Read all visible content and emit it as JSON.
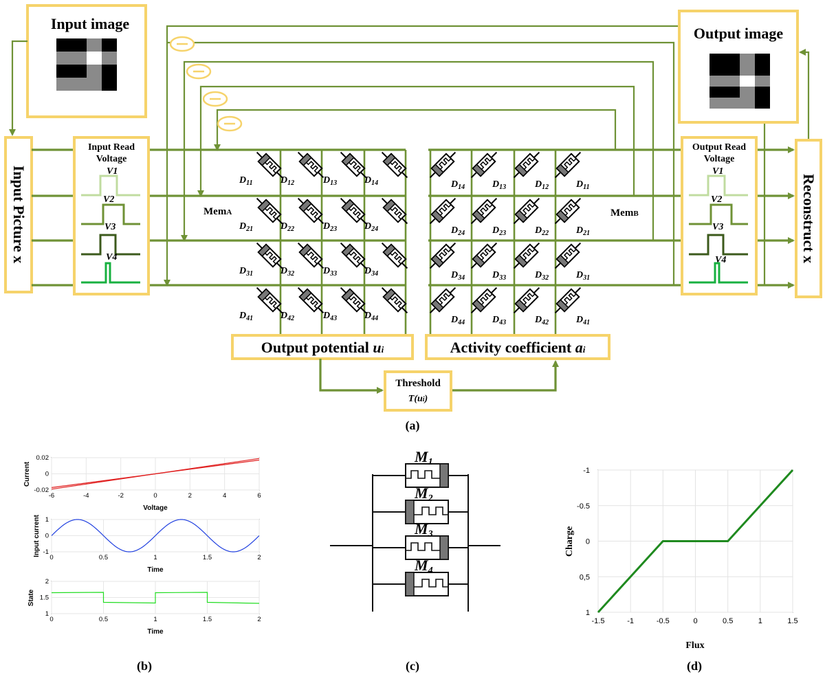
{
  "panel_a": {
    "input_image_title": "Input image",
    "output_image_title": "Output image",
    "input_picture_label": "Input Picture x",
    "reconstruct_label": "Reconstruct x",
    "input_read_voltage": "Input Read Voltage",
    "output_read_voltage": "Output Read Voltage",
    "voltages": [
      "V1",
      "V2",
      "V3",
      "V4"
    ],
    "mem_a": "MemA",
    "mem_b": "MemB",
    "devices_left": [
      "D11",
      "D12",
      "D13",
      "D14",
      "D21",
      "D22",
      "D23",
      "D24",
      "D31",
      "D32",
      "D33",
      "D34",
      "D41",
      "D42",
      "D43",
      "D44"
    ],
    "devices_right": [
      "D14",
      "D13",
      "D12",
      "D11",
      "D24",
      "D23",
      "D22",
      "D21",
      "D34",
      "D33",
      "D32",
      "D31",
      "D44",
      "D43",
      "D42",
      "D41"
    ],
    "output_potential": "Output potential ui",
    "activity_coefficient": "Activity coefficient ai",
    "threshold": "Threshold",
    "threshold_fn": "T(ui)",
    "caption": "(a)",
    "input_pixels": [
      [
        0,
        0,
        2,
        0
      ],
      [
        2,
        2,
        3,
        2
      ],
      [
        0,
        0,
        2,
        0
      ],
      [
        2,
        2,
        2,
        0
      ]
    ],
    "output_pixels": [
      [
        0,
        0,
        2,
        0
      ],
      [
        0,
        0,
        2,
        0
      ],
      [
        2,
        2,
        3,
        2
      ],
      [
        0,
        0,
        2,
        0
      ],
      [
        2,
        2,
        2,
        0
      ]
    ]
  },
  "panel_b": {
    "caption": "(b)",
    "plots": [
      {
        "ylabel": "Current",
        "xlabel": "Voltage",
        "yticks": [
          "0.02",
          "0",
          "-0.02"
        ],
        "xticks": [
          "-6",
          "-4",
          "-2",
          "0",
          "2",
          "4",
          "6"
        ],
        "color": "#e02020"
      },
      {
        "ylabel": "Input current",
        "xlabel": "Time",
        "yticks": [
          "1",
          "0",
          "-1"
        ],
        "xticks": [
          "0",
          "0.5",
          "1",
          "1.5",
          "2"
        ],
        "color": "#2040e0"
      },
      {
        "ylabel": "State",
        "xlabel": "Time",
        "yticks": [
          "2",
          "1.5",
          "1"
        ],
        "xticks": [
          "0",
          "0.5",
          "1",
          "1.5",
          "2"
        ],
        "color": "#22dd22"
      }
    ]
  },
  "panel_c": {
    "caption": "(c)",
    "memristors": [
      "M1",
      "M2",
      "M3",
      "M4"
    ]
  },
  "panel_d": {
    "caption": "(d)",
    "xlabel": "Flux",
    "ylabel": "Charge",
    "xticks": [
      "-1.5",
      "-1",
      "-0.5",
      "0",
      "0.5",
      "1",
      "1.5"
    ],
    "yticks": [
      "-1",
      "-0.5",
      "0",
      "0,5",
      "1"
    ],
    "color": "#1f8a1f"
  },
  "chart_data": [
    {
      "type": "line",
      "xlabel": "Voltage",
      "ylabel": "Current",
      "xlim": [
        -6,
        6
      ],
      "ylim": [
        -0.02,
        0.02
      ],
      "series": [
        {
          "x": [
            -6,
            0,
            6
          ],
          "y": [
            -0.019,
            0,
            0.019
          ]
        },
        {
          "x": [
            -6,
            0,
            6
          ],
          "y": [
            -0.017,
            0,
            0.017
          ]
        }
      ]
    },
    {
      "type": "line",
      "xlabel": "Time",
      "ylabel": "Input current",
      "xlim": [
        0,
        2
      ],
      "ylim": [
        -1,
        1
      ],
      "series": [
        {
          "x": [
            0,
            0.25,
            0.5,
            0.75,
            1,
            1.25,
            1.5,
            1.75,
            2
          ],
          "y": [
            0,
            1,
            0,
            -1,
            0,
            1,
            0,
            -1,
            0
          ]
        }
      ]
    },
    {
      "type": "line",
      "xlabel": "Time",
      "ylabel": "State",
      "xlim": [
        0,
        2
      ],
      "ylim": [
        1,
        2
      ],
      "series": [
        {
          "x": [
            0,
            0.5,
            0.5,
            1,
            1,
            1.5,
            1.5,
            2
          ],
          "y": [
            1.65,
            1.66,
            1.35,
            1.33,
            1.65,
            1.66,
            1.35,
            1.32
          ]
        }
      ]
    },
    {
      "type": "line",
      "xlabel": "Flux",
      "ylabel": "Charge",
      "xlim": [
        -1.5,
        1.5
      ],
      "ylim": [
        1,
        -1
      ],
      "series": [
        {
          "x": [
            -1.5,
            -0.5,
            0.5,
            1.5
          ],
          "y": [
            1,
            0,
            0,
            -1
          ]
        }
      ]
    }
  ]
}
